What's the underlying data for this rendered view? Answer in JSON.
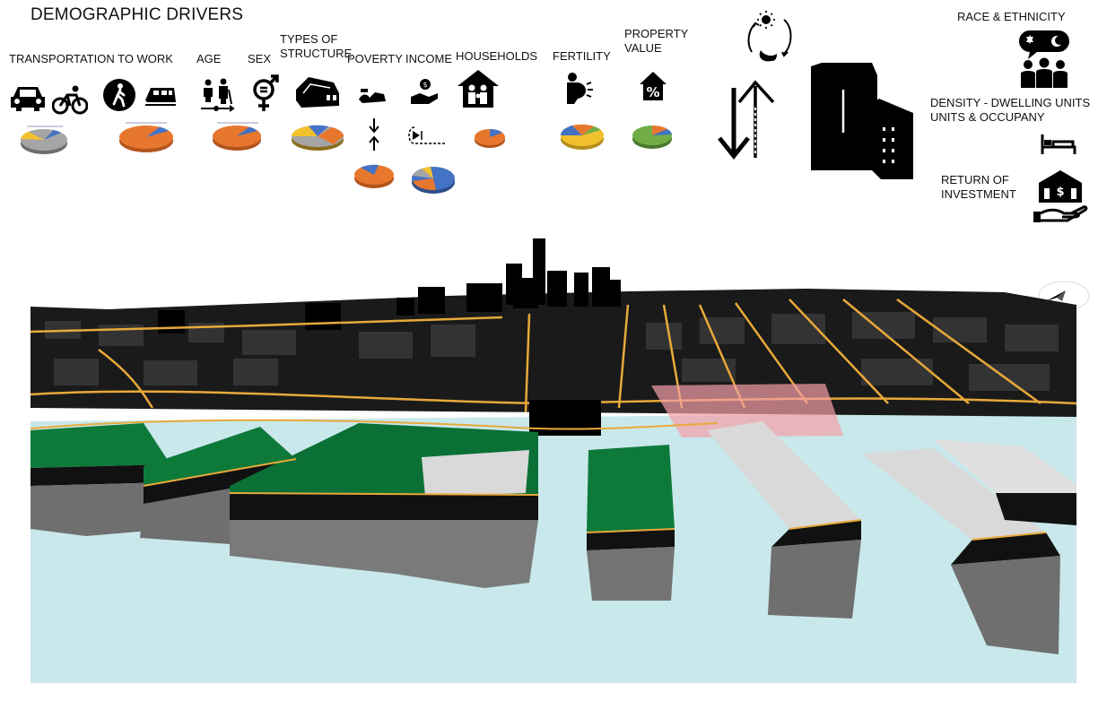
{
  "title": "DEMOGRAPHIC DRIVERS",
  "drivers": {
    "transportation": "TRANSPORTATION TO WORK",
    "age": "AGE",
    "sex": "SEX",
    "structure": "TYPES OF\nSTRUCTURE",
    "poverty": "POVERTY",
    "income": "INCOME",
    "households": "HOUSEHOLDS",
    "fertility": "FERTILITY",
    "property_value": "PROPERTY\nVALUE",
    "race": "RACE  & ETHNICITY",
    "density": "DENSITY - DWELLING UNITS\nUNITS & OCCUPANY",
    "roi": "RETURN OF\nINVESTMENT"
  },
  "icons": [
    "car-icon",
    "bicycle-icon",
    "pedestrian-icon",
    "train-icon",
    "age-icon",
    "gender-icon",
    "house-structure-icon",
    "poverty-icon",
    "income-icon",
    "family-house-icon",
    "pregnancy-icon",
    "house-percent-icon",
    "day-night-cycle-icon",
    "up-down-arrows-icon",
    "building-icon",
    "religion-group-icon",
    "bed-icon",
    "investment-icon",
    "compass-icon"
  ],
  "colors": {
    "orange": "#e8772e",
    "blue": "#4472c4",
    "gray": "#a5a5a5",
    "yellow": "#f2c12e",
    "green": "#70ad47",
    "park": "#0e7a3a",
    "road": "#e8a93a",
    "water": "#c9e8ec",
    "highlight": "#f5a0a8"
  }
}
